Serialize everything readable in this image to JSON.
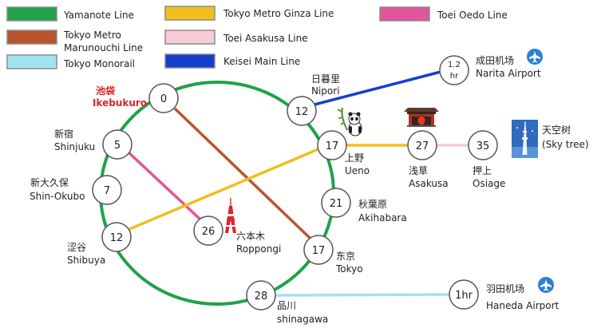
{
  "legend": {
    "yamanote": "Yamanote Line",
    "marunouchi_1": "Tokyo Metro",
    "marunouchi_2": "Marunouchi  Line",
    "monorail": "Tokyo Monorail",
    "ginza": "Tokyo Metro Ginza Line",
    "asakusa": "Toei Asakusa Line",
    "keisei": "Keisei Main Line",
    "oedo": "Toei Oedo Line"
  },
  "colors": {
    "yamanote": "#1fa24a",
    "marunouchi": "#b8552c",
    "monorail": "#9fe3ef",
    "ginza": "#f0bf1e",
    "asakusa": "#f6cbd5",
    "keisei": "#1440c9",
    "oedo": "#e0559b"
  },
  "icons": {
    "airport": "airplane-icon",
    "panda": "panda-icon",
    "gate": "kaminarimon-gate-icon",
    "skytree": "tokyo-skytree-icon",
    "tower": "tokyo-tower-icon"
  },
  "stations": {
    "ikebukuro": {
      "num": "0",
      "zh": "池袋",
      "en": "Ikebukuro"
    },
    "nippori": {
      "num": "12",
      "zh": "日暮里",
      "en": "Nipori"
    },
    "shinjuku": {
      "num": "5",
      "zh": "新宿",
      "en": "Shinjuku"
    },
    "shinokubo": {
      "num": "7",
      "zh": "新大久保",
      "en": "Shin-Okubo"
    },
    "shibuya": {
      "num": "12",
      "zh": "涩谷",
      "en": "Shibuya"
    },
    "roppongi": {
      "num": "26",
      "zh": "六本木",
      "en": "Roppongi"
    },
    "ueno": {
      "num": "17",
      "zh": "上野",
      "en": "Ueno"
    },
    "akihabara": {
      "num": "21",
      "zh": "秋葉原",
      "en": "Akihabara"
    },
    "tokyo": {
      "num": "17",
      "zh": "东京",
      "en": "Tokyo"
    },
    "shinagawa": {
      "num": "28",
      "zh": "品川",
      "en": "shinagawa"
    },
    "asakusa": {
      "num": "27",
      "zh": "浅草",
      "en": "Asakusa"
    },
    "oshiage": {
      "num": "35",
      "zh": "押上",
      "en": "Osiage"
    },
    "narita": {
      "num1": "1.2",
      "num2": "hr",
      "zh": "成田机场",
      "en": "Narita Airport"
    },
    "haneda": {
      "num": "1hr",
      "zh": "羽田机场",
      "en": "Haneda Airport"
    },
    "skytree": {
      "zh": "天空树",
      "en": "(Sky tree)"
    }
  }
}
